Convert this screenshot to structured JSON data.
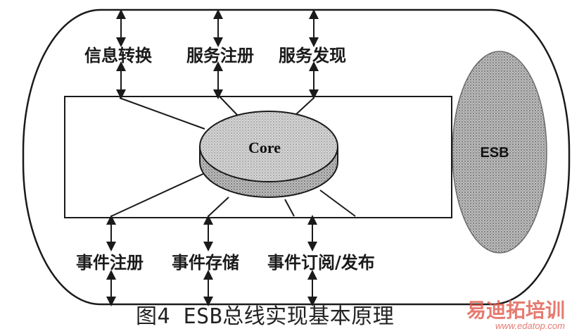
{
  "diagram": {
    "core_label": "Core",
    "esb_label": "ESB",
    "top_services": [
      "信息转换",
      "服务注册",
      "服务发现"
    ],
    "bottom_services": [
      "事件注册",
      "事件存储",
      "事件订阅/发布"
    ]
  },
  "caption": "图4 ESB总线实现基本原理",
  "watermark": {
    "brand": "易迪拓培训",
    "url": "www.edatop.com"
  },
  "colors": {
    "ink": "#1a1a1a",
    "shading": "#b9b9b9",
    "watermark": "#e05a4c"
  }
}
